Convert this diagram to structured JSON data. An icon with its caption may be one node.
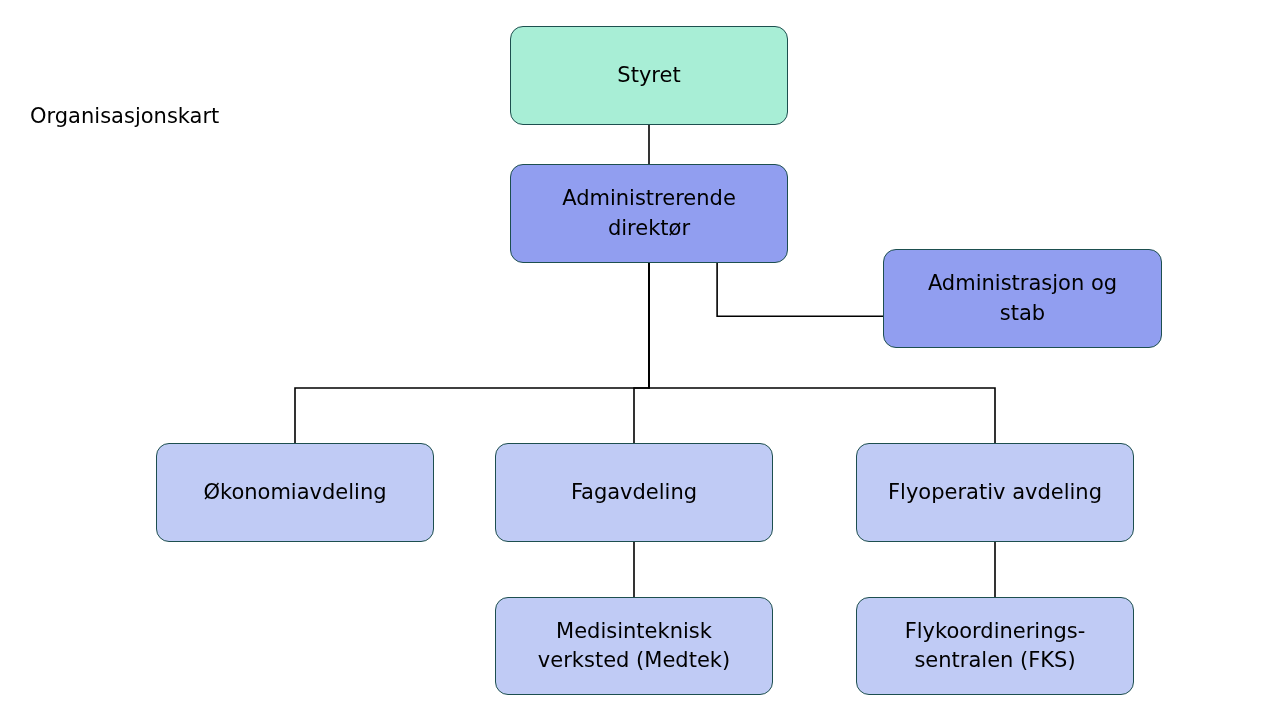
{
  "diagram": {
    "title": "Organisasjonskart",
    "nodes": [
      {
        "text": [
          "Styret"
        ]
      },
      {
        "text": [
          "Administrerende direktør"
        ]
      },
      {
        "text": [
          "Administrasjon og stab"
        ]
      },
      {
        "text": [
          "Økonomiavdeling"
        ]
      },
      {
        "text": [
          "Fagavdeling"
        ]
      },
      {
        "text": [
          "Flyoperativ avdeling"
        ]
      },
      {
        "text": [
          "Medisinteknisk verksted (Medtek)"
        ]
      },
      {
        "text": [
          "Flykoordinerings-sentralen (FKS)"
        ]
      }
    ],
    "edges": [
      {
        "from": 0,
        "to": 1,
        "arrow": "none"
      },
      {
        "from": 1,
        "to": 2,
        "arrow": "none"
      },
      {
        "from": 1,
        "to": 3,
        "arrow": "none"
      },
      {
        "from": 1,
        "to": 4,
        "arrow": "none"
      },
      {
        "from": 1,
        "to": 5,
        "arrow": "none"
      },
      {
        "from": 4,
        "to": 6,
        "arrow": "none"
      },
      {
        "from": 5,
        "to": 7,
        "arrow": "none"
      }
    ]
  }
}
